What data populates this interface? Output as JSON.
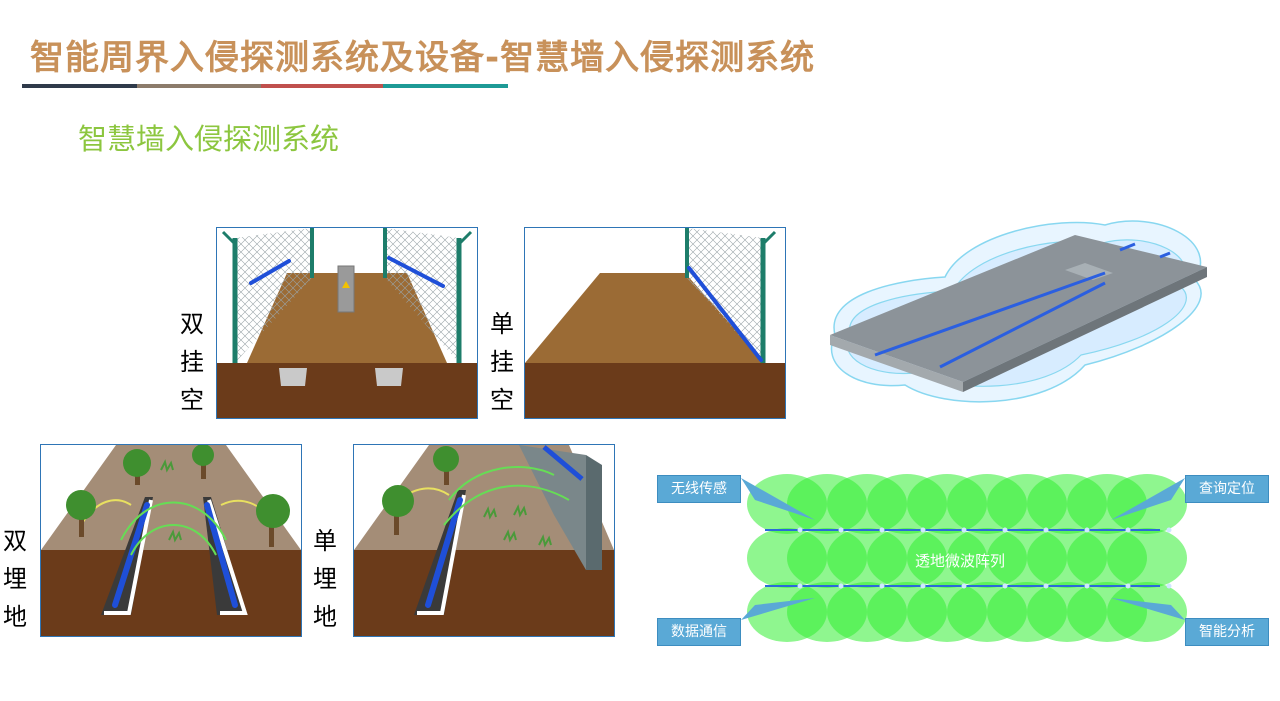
{
  "header": {
    "title": "智能周界入侵探测系统及设备-智慧墙入侵探测系统",
    "rule_colors": [
      "#2f3a4a",
      "#8c7b6b",
      "#c0504d",
      "#1d9a96"
    ]
  },
  "section": {
    "subtitle": "智慧墙入侵探测系统"
  },
  "panels": {
    "double_hang": [
      "双",
      "挂",
      "空"
    ],
    "single_hang": [
      "单",
      "挂",
      "空"
    ],
    "double_buried": [
      "双",
      "埋",
      "地"
    ],
    "single_buried": [
      "单",
      "埋",
      "地"
    ]
  },
  "array_diagram": {
    "center_label": "透地微波阵列",
    "callouts": {
      "top_left": "无线传感",
      "top_right": "查询定位",
      "bottom_left": "数据通信",
      "bottom_right": "智能分析"
    }
  },
  "colors": {
    "title": "#c8915a",
    "subtitle": "#8cc63f",
    "panel_border": "#2e75b6",
    "soil": "#6b3b1a",
    "ground": "#9b6b35",
    "fence_post": "#1d7d6a",
    "sensor_cable": "#1f4fd8",
    "microwave_green": "#33ee33",
    "callout_blue": "#5aa9d6"
  }
}
